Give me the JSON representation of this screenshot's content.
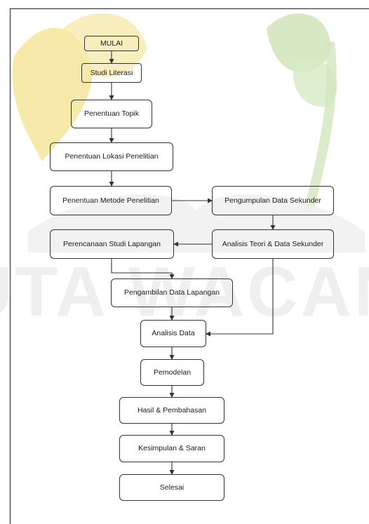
{
  "flowchart": {
    "steps": {
      "mulai": "MULAI",
      "studi_literasi": "Studi Literasi",
      "penentuan_topik": "Penentuan Topik",
      "penentuan_lokasi": "Penentuan Lokasi Penelitian",
      "penentuan_metode": "Penentuan Metode Penelitian",
      "pengumpulan_data_sekunder": "Pengumpulan Data Sekunder",
      "perencanaan_studi_lapangan": "Perencanaan Studi Lapangan",
      "analisis_teori": "Analisis Teori & Data Sekunder",
      "pengambilan_data_lapangan": "Pengambilan Data Lapangan",
      "analisis_data": "Analisis Data",
      "pemodelan": "Pemodelan",
      "hasil_pembahasan": "Hasil & Pembahasan",
      "kesimpulan_saran": "Kesimpulan & Saran",
      "selesai": "Selesai"
    }
  },
  "watermark": {
    "text": "DUTA WACANA",
    "colors": {
      "yellow": "#f6e59a",
      "green": "#d3e6bf",
      "gray": "#ececec"
    }
  },
  "colors": {
    "border": "#333333",
    "text": "#1a1a1a"
  }
}
